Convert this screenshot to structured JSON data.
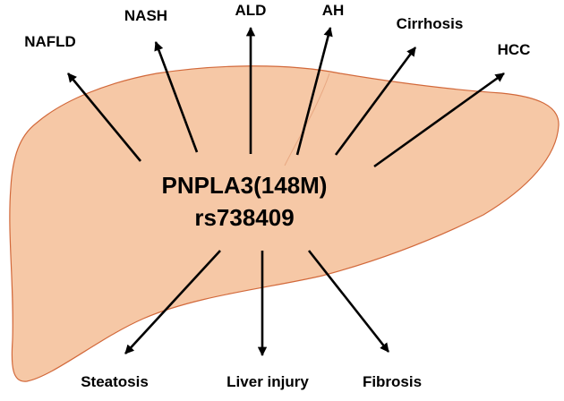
{
  "diagram": {
    "center_line1": "PNPLA3(148M)",
    "center_line2": "rs738409",
    "upper_labels": [
      "NAFLD",
      "NASH",
      "ALD",
      "AH",
      "Cirrhosis",
      "HCC"
    ],
    "lower_labels": [
      "Steatosis",
      "Liver injury",
      "Fibrosis"
    ]
  },
  "colors": {
    "liver_fill": "#f6c8a6",
    "liver_stroke": "#d2693b",
    "arrow": "#000000",
    "text": "#000000"
  }
}
